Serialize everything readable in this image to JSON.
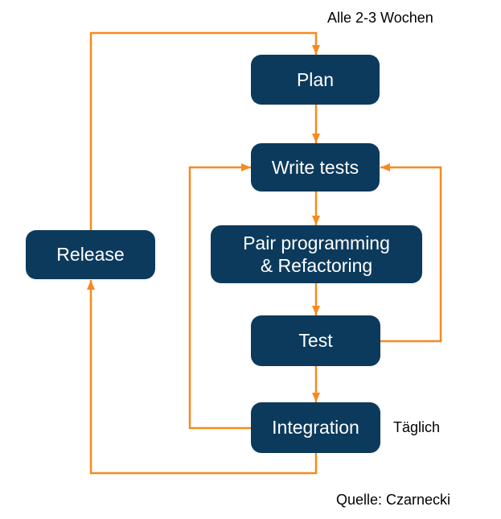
{
  "colors": {
    "background": "#ffffff",
    "node_bg": "#0c3a5c",
    "node_text": "#ffffff",
    "arrow": "#f8891f",
    "label_text": "#000000"
  },
  "annotations": {
    "cycle_label": "Alle 2-3 Wochen",
    "daily_label": "Täglich",
    "source_label": "Quelle: Czarnecki"
  },
  "nodes": {
    "plan": {
      "label": "Plan"
    },
    "write_tests": {
      "label": "Write tests"
    },
    "pair": {
      "lines": [
        "Pair programming",
        "& Refactoring"
      ]
    },
    "test": {
      "label": "Test"
    },
    "integration": {
      "label": "Integration"
    },
    "release": {
      "label": "Release"
    }
  },
  "edges": [
    {
      "from": "release",
      "to": "plan",
      "label": "Alle 2-3 Wochen"
    },
    {
      "from": "plan",
      "to": "write_tests"
    },
    {
      "from": "write_tests",
      "to": "pair"
    },
    {
      "from": "pair",
      "to": "test"
    },
    {
      "from": "test",
      "to": "integration"
    },
    {
      "from": "integration",
      "to": "release"
    },
    {
      "from": "integration",
      "to": "write_tests",
      "label": "Täglich"
    },
    {
      "from": "test",
      "to": "write_tests"
    }
  ]
}
